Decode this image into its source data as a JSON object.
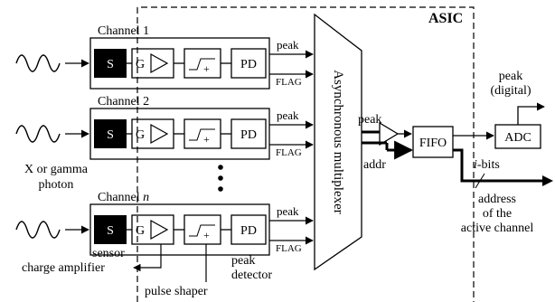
{
  "asic_label": "ASIC",
  "channels": [
    {
      "title_prefix": "Channel ",
      "title_index": "1",
      "sensor": "S",
      "amp": "G",
      "pd": "PD",
      "peak": "peak",
      "flag": "FLAG"
    },
    {
      "title_prefix": "Channel ",
      "title_index": "2",
      "sensor": "S",
      "amp": "G",
      "pd": "PD",
      "peak": "peak",
      "flag": "FLAG"
    },
    {
      "title_prefix": "Channel ",
      "title_index": "n",
      "sensor": "S",
      "amp": "G",
      "pd": "PD",
      "peak": "peak",
      "flag": "FLAG"
    }
  ],
  "shaper_symbol": "+",
  "source_label": {
    "line1": "X or gamma",
    "line2": "photon"
  },
  "mux_label": "Asynchronous multiplexer",
  "mux_out": {
    "peak": "peak",
    "addr": "addr"
  },
  "fifo": "FIFO",
  "adc": "ADC",
  "adc_out": {
    "line1": "peak",
    "line2": "(digital)"
  },
  "ibits": {
    "italic": "i",
    "rest": "-bits"
  },
  "address_note": {
    "line1": "address",
    "line2": "of the",
    "line3": "active channel"
  },
  "component_labels": {
    "sensor": "sensor",
    "charge_amplifier": "charge amplifier",
    "pulse_shaper": "pulse shaper",
    "peak_detector_line1": "peak",
    "peak_detector_line2": "detector"
  }
}
